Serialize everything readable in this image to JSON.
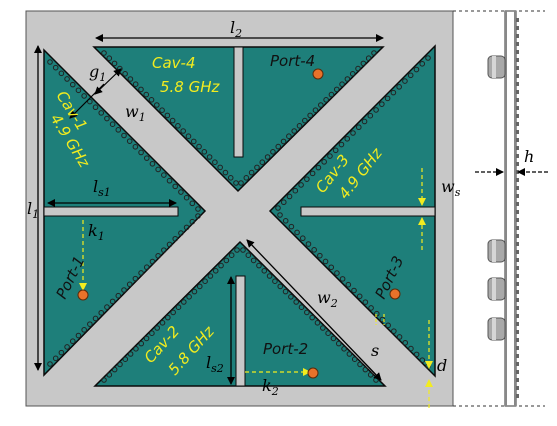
{
  "colors": {
    "substrate": "#c8c8c8",
    "cavity": "#1e7f7a",
    "vias": "#3a3a3a",
    "port": "#e8722a",
    "label": "#f2ec1f",
    "arrow": "#f2ec1f"
  },
  "cavities": {
    "cav1": {
      "name": "Cav-1",
      "freq": "4.9 GHz"
    },
    "cav2": {
      "name": "Cav-2",
      "freq": "5.8 GHz"
    },
    "cav3": {
      "name": "Cav-3",
      "freq": "4.9 GHz"
    },
    "cav4": {
      "name": "Cav-4",
      "freq": "5.8 GHz"
    }
  },
  "ports": {
    "p1": "Port-1",
    "p2": "Port-2",
    "p3": "Port-3",
    "p4": "Port-4"
  },
  "dims": {
    "l2": "l",
    "l2_sub": "2",
    "l1": "l",
    "l1_sub": "1",
    "g1": "g",
    "g1_sub": "1",
    "w1": "w",
    "w1_sub": "1",
    "w2": "w",
    "w2_sub": "2",
    "ls1": "l",
    "ls1_sub": "s1",
    "ls2": "l",
    "ls2_sub": "s2",
    "k1": "k",
    "k1_sub": "1",
    "k2": "k",
    "k2_sub": "2",
    "ws": "w",
    "ws_sub": "s",
    "h": "h",
    "s": "s",
    "d": "d"
  }
}
